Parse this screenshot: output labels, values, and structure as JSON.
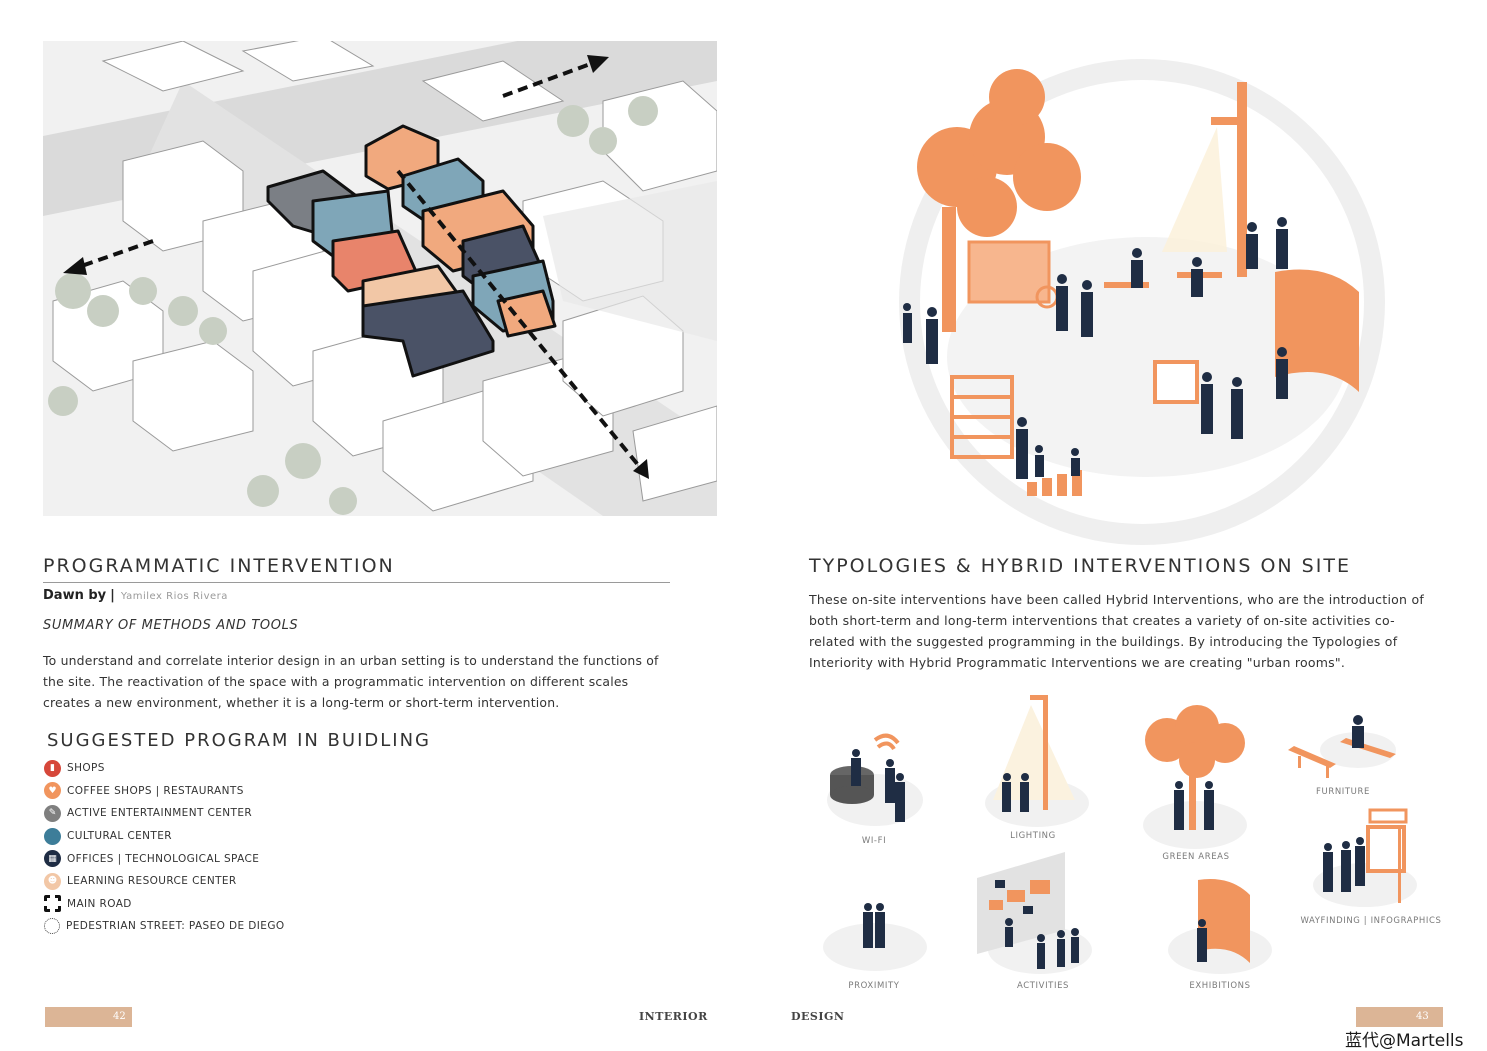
{
  "left": {
    "title": "PROGRAMMATIC INTERVENTION",
    "drawn_by_label": "Dawn by",
    "drawn_by_separator": "|",
    "author": "Yamilex Rios Rivera",
    "summary_heading": "SUMMARY OF METHODS AND TOOLS",
    "intro": "To understand and correlate interior design in an urban setting is to understand the functions of the site. The reactivation of the space with a programmatic intervention on different scales creates a new environment, whether it is a long-term or short-term intervention.",
    "program_title": "SUGGESTED PROGRAM IN BUIDLING",
    "legend": [
      {
        "label": "SHOPS",
        "color": "#d6473a",
        "icon": "shopping-bag-icon"
      },
      {
        "label": "COFFEE SHOPS | RESTAURANTS",
        "color": "#f1955e",
        "icon": "coffee-cup-icon"
      },
      {
        "label": "ACTIVE ENTERTAINMENT CENTER",
        "color": "#7f7f7f",
        "icon": "feather-icon"
      },
      {
        "label": "CULTURAL CENTER",
        "color": "#3d7d99",
        "icon": "circle-icon"
      },
      {
        "label": "OFFICES | TECHNOLOGICAL SPACE",
        "color": "#1f2d44",
        "icon": "folder-icon"
      },
      {
        "label": "LEARNING RESOURCE CENTER",
        "color": "#f2c7a6",
        "icon": "people-icon"
      },
      {
        "label": "MAIN ROAD",
        "color": "#111111",
        "icon": "dashed-square-icon"
      },
      {
        "label": "PEDESTRIAN STREET: PASEO DE DIEGO",
        "color": "#444444",
        "icon": "dotted-circle-icon"
      }
    ]
  },
  "right": {
    "title": "TYPOLOGIES & HYBRID INTERVENTIONS ON SITE",
    "body": "These on-site interventions have been called Hybrid Interventions, who are the introduction of both short-term and long-term interventions that creates a variety of on-site activities co-related with the suggested programming in the buildings. By introducing the Typologies of Interiority with Hybrid Programmatic Interventions we are creating \"urban rooms\".",
    "typologies": [
      {
        "label": "WI-FI",
        "icon": "wifi-icon"
      },
      {
        "label": "LIGHTING",
        "icon": "streetlight-icon"
      },
      {
        "label": "GREEN AREAS",
        "icon": "tree-icon"
      },
      {
        "label": "FURNITURE",
        "icon": "bench-icon"
      },
      {
        "label": "WAYFINDING | INFOGRAPHICS",
        "icon": "signboard-icon"
      },
      {
        "label": "PROXIMITY",
        "icon": "people-icon"
      },
      {
        "label": "ACTIVITIES",
        "icon": "mural-icon"
      },
      {
        "label": "EXHIBITIONS",
        "icon": "panel-icon"
      }
    ]
  },
  "footer": {
    "page_left": "42",
    "page_right": "43",
    "word_a": "INTERIOR",
    "word_b": "DESIGN",
    "watermark": "蓝代@Martells"
  },
  "colors": {
    "accent": "#f1955e",
    "navy": "#1f2d44",
    "teal": "#7fa6b8",
    "salmon": "#e8846b",
    "page_tab": "#dcb596"
  }
}
